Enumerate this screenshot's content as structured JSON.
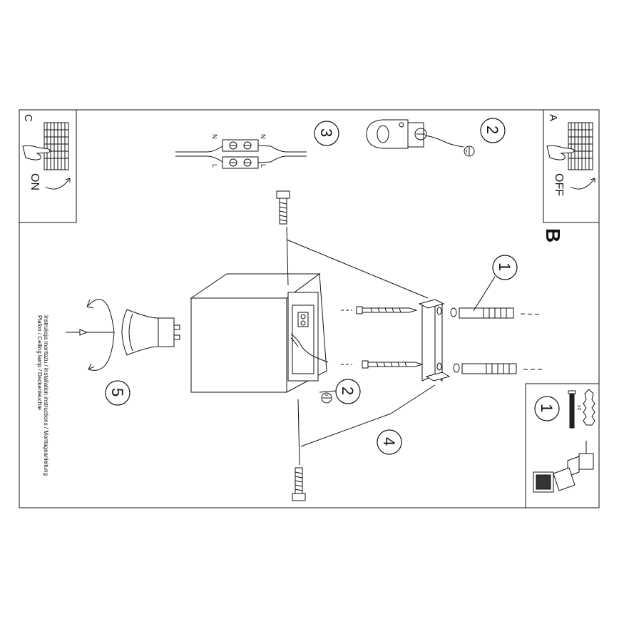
{
  "panels": {
    "top_left_letter": "C",
    "top_left_state": "ON",
    "top_right_letter": "A",
    "top_right_state": "OFF",
    "section_letter": "B"
  },
  "connector": {
    "neutral_label": "N",
    "live_label": "L"
  },
  "steps": {
    "step1": "1",
    "step2": "2",
    "step3": "3",
    "step4": "4",
    "step5": "5"
  },
  "tool_panel": {
    "step": "1",
    "quantity": "x2"
  },
  "caption": {
    "line1": "Instrukcja montażu / Installation instructions / Montageanleitung",
    "line2": "Plafon / Ceiling lamp / Deckenleuchte"
  },
  "colors": {
    "line": "#111111",
    "paper": "#ffffff"
  }
}
